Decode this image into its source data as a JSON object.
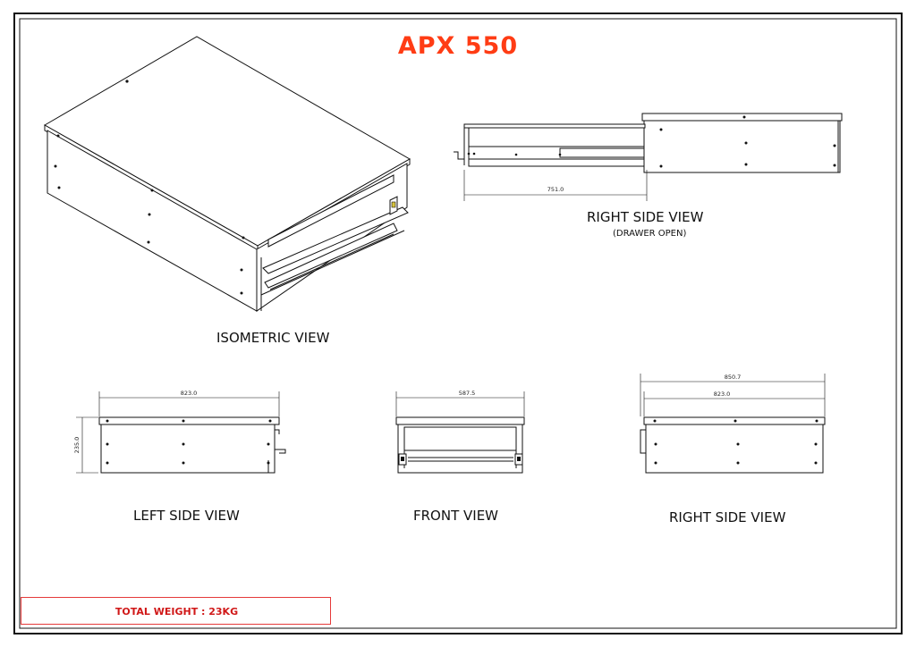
{
  "title": "APX 550",
  "views": {
    "isometric": {
      "label": "ISOMETRIC VIEW"
    },
    "right_open": {
      "label": "RIGHT SIDE VIEW",
      "sublabel": "(DRAWER OPEN)",
      "dim": "751.0"
    },
    "left": {
      "label": "LEFT SIDE VIEW",
      "dim_width": "823.0",
      "dim_height": "235.0"
    },
    "front": {
      "label": "FRONT VIEW",
      "dim_width": "587.5"
    },
    "right": {
      "label": "RIGHT SIDE VIEW",
      "dim_overall": "850.7",
      "dim_body": "823.0"
    }
  },
  "total_weight": "TOTAL WEIGHT : 23KG",
  "colors": {
    "title": "#ff3c14",
    "weight_text": "#d01818",
    "weight_border": "#e53a3a",
    "line": "#111111"
  }
}
